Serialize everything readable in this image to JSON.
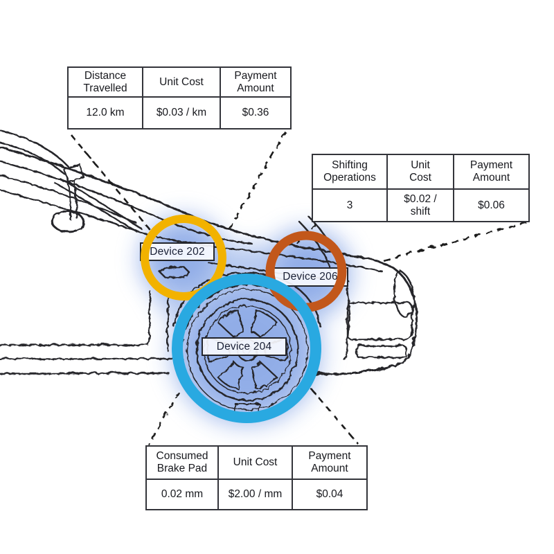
{
  "figure": {
    "colors": {
      "ring_device_202": "#F2B200",
      "ring_device_204": "#29A9E1",
      "ring_device_206": "#C2571B",
      "glow": "#7D9FE3",
      "sketch_line": "#26262b"
    },
    "devices": {
      "d202": {
        "label": "Device 202"
      },
      "d204": {
        "label": "Device 204"
      },
      "d206": {
        "label": "Device 206"
      }
    },
    "tables": {
      "distance": {
        "headers": [
          "Distance Travelled",
          "Unit Cost",
          "Payment Amount"
        ],
        "values": [
          "12.0 km",
          "$0.03 / km",
          "$0.36"
        ]
      },
      "shifting": {
        "headers": [
          "Shifting Operations",
          "Unit Cost",
          "Payment Amount"
        ],
        "values": [
          "3",
          "$0.02 / shift",
          "$0.06"
        ]
      },
      "brake": {
        "headers": [
          "Consumed Brake Pad",
          "Unit Cost",
          "Payment Amount"
        ],
        "values": [
          "0.02 mm",
          "$2.00 / mm",
          "$0.04"
        ]
      }
    }
  }
}
